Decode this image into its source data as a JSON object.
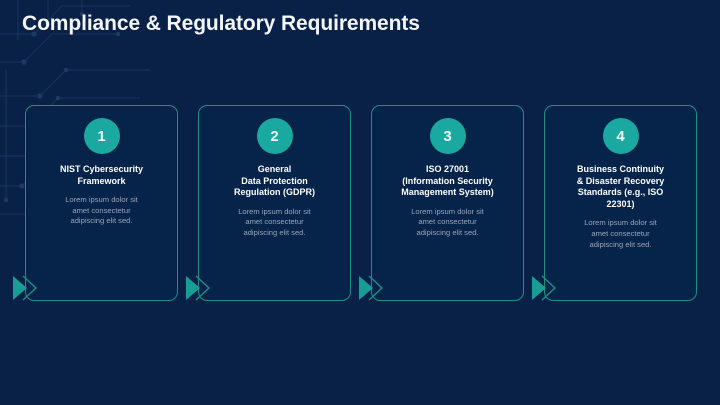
{
  "slide": {
    "title": "Compliance & Regulatory Requirements",
    "background_color": "#0a2147",
    "accent_color": "#1aa9a1",
    "card_bg_color": "#06234a",
    "card_border_color": "#1e8f86",
    "title_color": "#f2f5fa",
    "body_text_color": "#98a6bb",
    "decoration": "circuit-board-pattern"
  },
  "cards": [
    {
      "number": "1",
      "title": "NIST Cybersecurity\nFramework",
      "description": "Lorem ipsum dolor sit\namet consectetur\nadipiscing elit sed."
    },
    {
      "number": "2",
      "title": "General\nData Protection\nRegulation (GDPR)",
      "description": "Lorem ipsum dolor sit\namet consectetur\nadipiscing elit sed."
    },
    {
      "number": "3",
      "title": "ISO 27001\n(Information Security\nManagement System)",
      "description": "Lorem ipsum dolor sit\namet consectetur\nadipiscing elit sed."
    },
    {
      "number": "4",
      "title": "Business Continuity\n& Disaster Recovery\nStandards (e.g., ISO\n22301)",
      "description": "Lorem ipsum dolor sit\namet consectetur\nadipiscing elit sed."
    }
  ]
}
